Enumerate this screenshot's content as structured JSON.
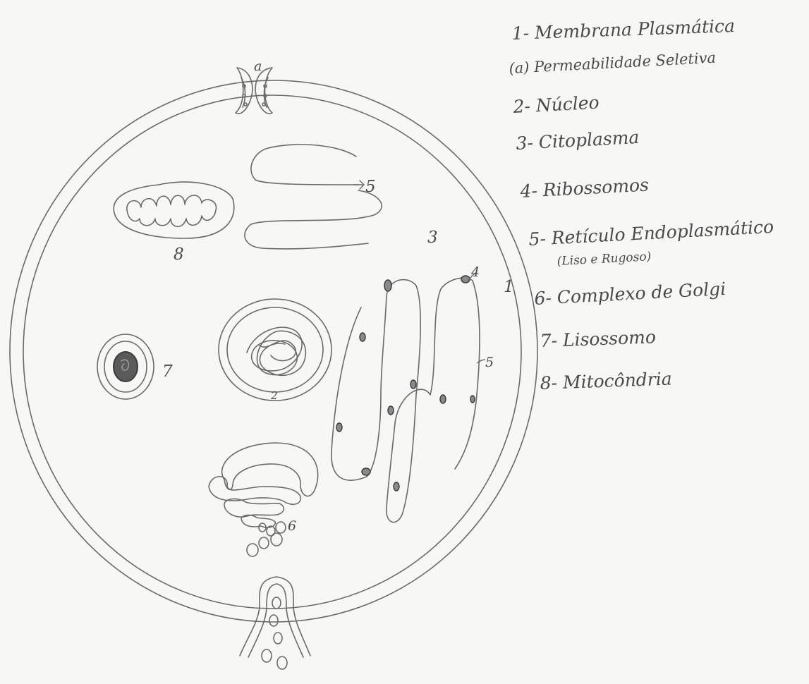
{
  "palette": {
    "paper": "#f7f7f5",
    "pencil": "#6a6a6a",
    "pencil_dark": "#3c3c3c"
  },
  "labels": {
    "membrane_pore": "a",
    "endoplasmic_smooth": "5",
    "cytoplasm": "3",
    "mitochondrion": "8",
    "ribosome": "4",
    "membrane": "1",
    "endoplasmic_rough": "5",
    "lysosome": "7",
    "nucleus": "2",
    "golgi": "6"
  },
  "legend": [
    {
      "text": "1- Membrana Plasmática"
    },
    {
      "text": "(a) Permeabilidade Seletiva"
    },
    {
      "text": "2- Núcleo"
    },
    {
      "text": "3- Citoplasma"
    },
    {
      "text": "4- Ribossomos"
    },
    {
      "text": "5- Retículo Endoplasmático"
    },
    {
      "text": "(Liso e Rugoso)"
    },
    {
      "text": "6- Complexo de Golgi"
    },
    {
      "text": "7- Lisossomo"
    },
    {
      "text": "8- Mitocôndria"
    }
  ],
  "icons": {
    "membrane": "double-ellipse",
    "pore": "channel-protein-icon",
    "nucleus": "nucleus-icon",
    "mitochondrion": "mitochondrion-icon",
    "lysosome": "lysosome-icon",
    "golgi": "golgi-icon",
    "vesicle": "vesicle-icon",
    "ribosome": "ribosome-icon"
  }
}
